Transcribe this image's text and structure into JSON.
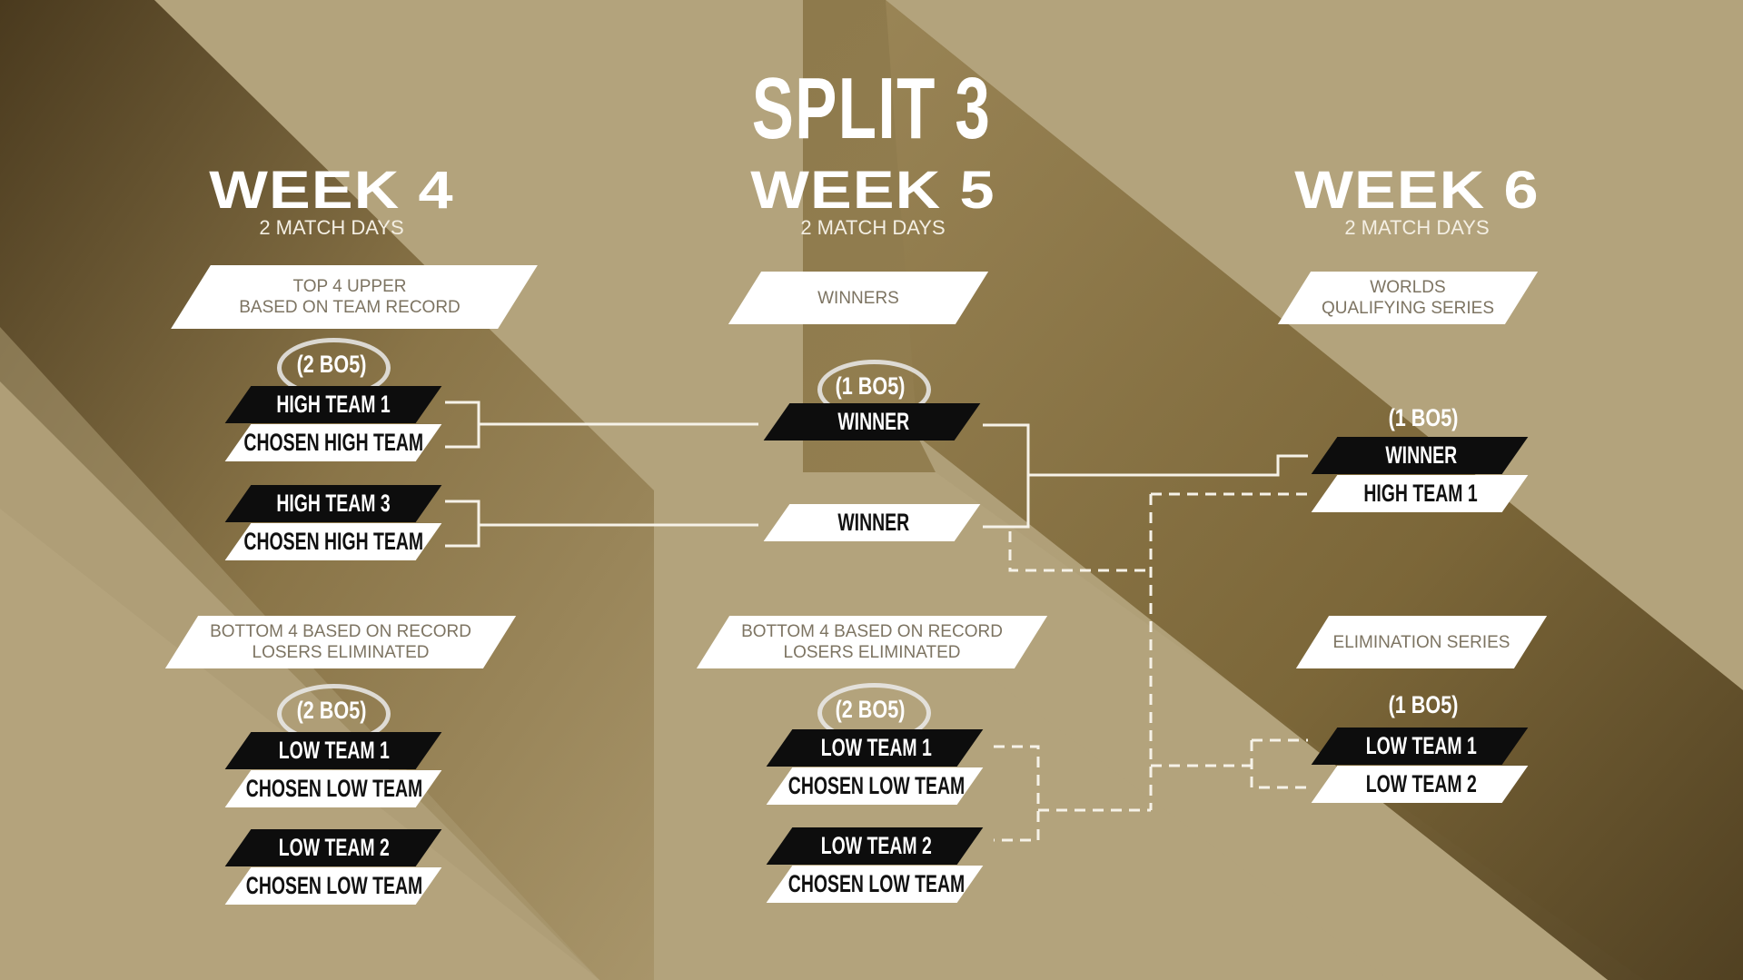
{
  "title": "SPLIT 3",
  "colors": {
    "background_light": "#b3a37c",
    "background_dark": "#6e5a30",
    "bar_dark": "#0d0d0d",
    "bar_light": "#ffffff",
    "label_text": "#7d7462",
    "connector": "#f6f2e8"
  },
  "weeks": [
    {
      "title": "WEEK 4",
      "subtitle": "2 MATCH DAYS",
      "sections": [
        {
          "label_lines": [
            "TOP 4 UPPER",
            "BASED ON TEAM RECORD"
          ],
          "series": "(2 BO5)",
          "matches": [
            {
              "top": "HIGH TEAM 1",
              "bottom": "CHOSEN HIGH TEAM"
            },
            {
              "top": "HIGH TEAM 3",
              "bottom": "CHOSEN HIGH TEAM"
            }
          ]
        },
        {
          "label_lines": [
            "BOTTOM 4 BASED ON RECORD",
            "LOSERS ELIMINATED"
          ],
          "series": "(2 BO5)",
          "matches": [
            {
              "top": "LOW TEAM 1",
              "bottom": "CHOSEN LOW TEAM"
            },
            {
              "top": "LOW TEAM 2",
              "bottom": "CHOSEN LOW TEAM"
            }
          ]
        }
      ]
    },
    {
      "title": "WEEK 5",
      "subtitle": "2 MATCH DAYS",
      "sections": [
        {
          "label_lines": [
            "WINNERS"
          ],
          "series": "(1 BO5)",
          "matches": [
            {
              "top": "WINNER",
              "bottom": "WINNER"
            }
          ]
        },
        {
          "label_lines": [
            "BOTTOM 4 BASED ON RECORD",
            "LOSERS ELIMINATED"
          ],
          "series": "(2 BO5)",
          "matches": [
            {
              "top": "LOW TEAM 1",
              "bottom": "CHOSEN LOW TEAM"
            },
            {
              "top": "LOW TEAM 2",
              "bottom": "CHOSEN LOW TEAM"
            }
          ]
        }
      ]
    },
    {
      "title": "WEEK 6",
      "subtitle": "2 MATCH DAYS",
      "sections": [
        {
          "label_lines": [
            "WORLDS",
            "QUALIFYING SERIES"
          ],
          "series": "(1 BO5)",
          "matches": [
            {
              "top": "WINNER",
              "bottom": "HIGH TEAM 1"
            }
          ]
        },
        {
          "label_lines": [
            "ELIMINATION SERIES"
          ],
          "series": "(1 BO5)",
          "matches": [
            {
              "top": "LOW TEAM 1",
              "bottom": "LOW TEAM 2"
            }
          ]
        }
      ]
    }
  ]
}
